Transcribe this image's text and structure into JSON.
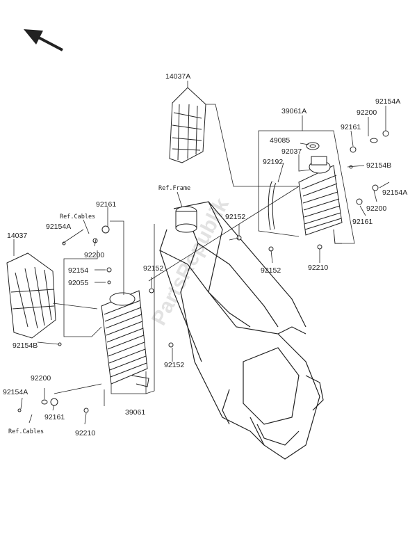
{
  "parts": {
    "p14037A": "14037A",
    "p39061A": "39061A",
    "p92154A_tr": "92154A",
    "p92200_tr": "92200",
    "p49085": "49085",
    "p92161_tr": "92161",
    "p92037": "92037",
    "p92192": "92192",
    "p92154B_r": "92154B",
    "p92154A_r": "92154A",
    "p92200_r": "92200",
    "p92161_r": "92161",
    "ref_frame": "Ref.Frame",
    "p92152_mid": "92152",
    "p92152_r": "92152",
    "p92210_r": "92210",
    "ref_cables_top": "Ref.Cables",
    "p92161_l": "92161",
    "p92154A_l": "92154A",
    "p92200_l": "92200",
    "p14037": "14037",
    "p92154_l": "92154",
    "p92055": "92055",
    "p92152_l1": "92152",
    "p92154B_l": "92154B",
    "p92152_l2": "92152",
    "p92200_bl": "92200",
    "p92154A_bl": "92154A",
    "p92161_bl": "92161",
    "ref_cables_bottom": "Ref.Cables",
    "p39061": "39061",
    "p92210_bl": "92210"
  },
  "watermark": "PartsRepublik",
  "icons": {
    "direction": "arrow-up-left-icon"
  }
}
